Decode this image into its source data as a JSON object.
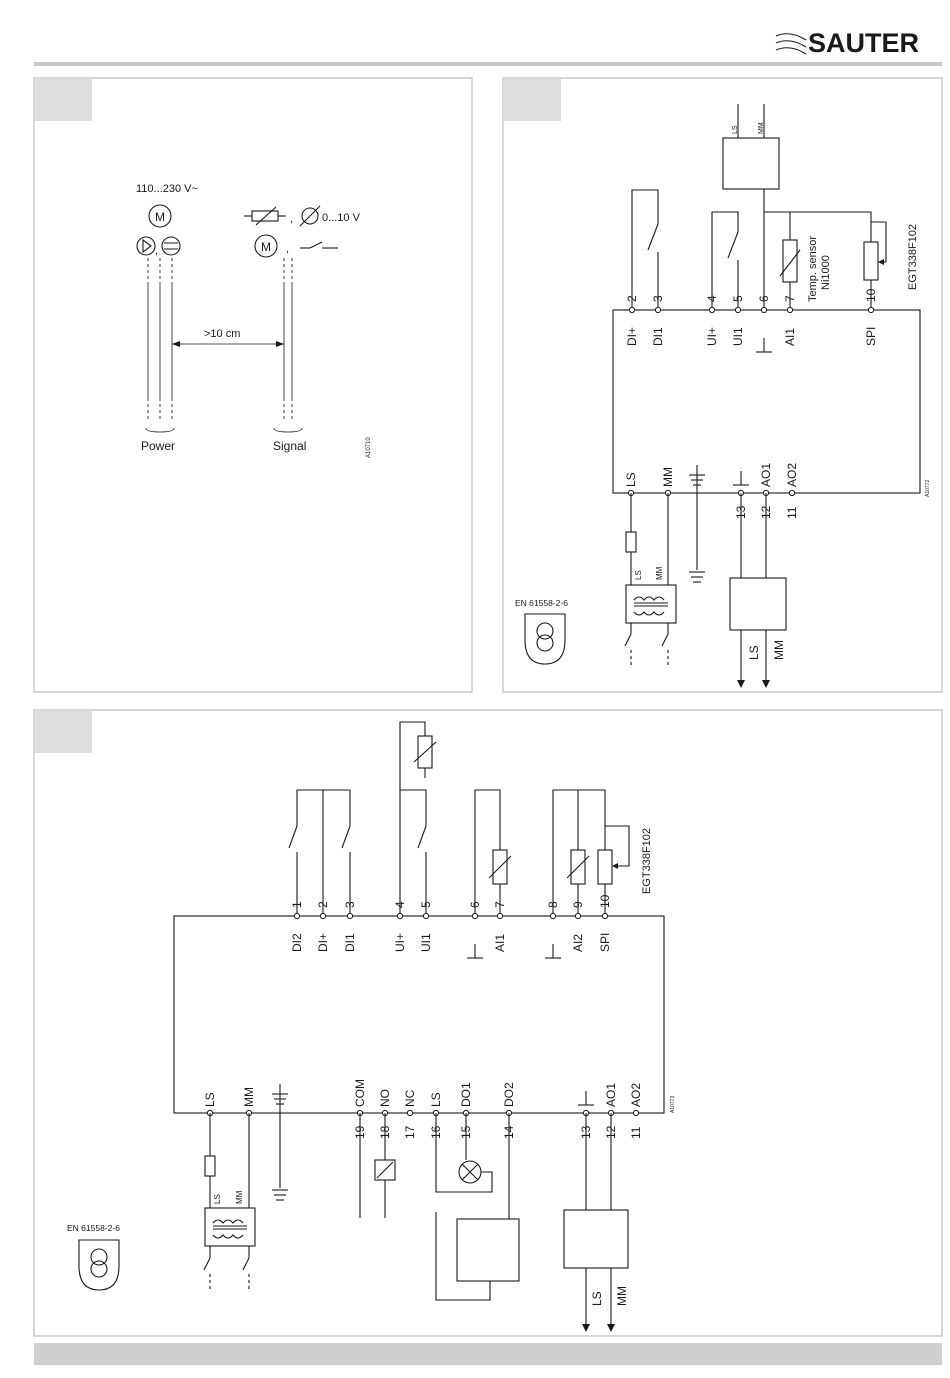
{
  "header": {
    "brand": "SAUTER"
  },
  "diagram1": {
    "voltage": "110...230 V~",
    "motor": "M",
    "signal_range": "0...10 V",
    "distance": ">10 cm",
    "power_label": "Power",
    "signal_label": "Signal",
    "code": "A10710"
  },
  "diagram2": {
    "code": "A10772",
    "standard": "EN 61558-2-6",
    "sensor_label1": "Temp. sensor",
    "sensor_label2": "Ni1000",
    "remote": "EGT338F102",
    "top_box_ls": "LS",
    "top_box_mm": "MM",
    "terminals_top": [
      {
        "num": "2",
        "name": "DI+"
      },
      {
        "num": "3",
        "name": "DI1"
      },
      {
        "num": "4",
        "name": "UI+"
      },
      {
        "num": "5",
        "name": "UI1"
      },
      {
        "num": "6",
        "name": "⊥"
      },
      {
        "num": "7",
        "name": "AI1"
      },
      {
        "num": "10",
        "name": "SPI"
      }
    ],
    "terminals_bottom": [
      {
        "num": "",
        "name": "LS"
      },
      {
        "num": "",
        "name": "MM"
      },
      {
        "num": "13",
        "name": "⊥"
      },
      {
        "num": "12",
        "name": "AO1"
      },
      {
        "num": "11",
        "name": "AO2"
      }
    ],
    "transformer_ls": "LS",
    "transformer_mm": "MM",
    "out_ls": "LS",
    "out_mm": "MM"
  },
  "diagram3": {
    "code": "A10773",
    "standard": "EN 61558-2-6",
    "remote": "EGT338F102",
    "terminals_top": [
      {
        "num": "1",
        "name": "DI2"
      },
      {
        "num": "2",
        "name": "DI+"
      },
      {
        "num": "3",
        "name": "DI1"
      },
      {
        "num": "4",
        "name": "UI+"
      },
      {
        "num": "5",
        "name": "UI1"
      },
      {
        "num": "6",
        "name": "⊥"
      },
      {
        "num": "7",
        "name": "AI1"
      },
      {
        "num": "8",
        "name": "⊥"
      },
      {
        "num": "9",
        "name": "AI2"
      },
      {
        "num": "10",
        "name": "SPI"
      }
    ],
    "terminals_bottom": [
      {
        "num": "",
        "name": "LS"
      },
      {
        "num": "",
        "name": "MM"
      },
      {
        "num": "19",
        "name": "COM"
      },
      {
        "num": "18",
        "name": "NO"
      },
      {
        "num": "17",
        "name": "NC"
      },
      {
        "num": "16",
        "name": "LS"
      },
      {
        "num": "15",
        "name": "DO1"
      },
      {
        "num": "14",
        "name": "DO2"
      },
      {
        "num": "13",
        "name": "⊥"
      },
      {
        "num": "12",
        "name": "AO1"
      },
      {
        "num": "11",
        "name": "AO2"
      }
    ],
    "transformer_ls": "LS",
    "transformer_mm": "MM",
    "out_ls": "LS",
    "out_mm": "MM"
  }
}
